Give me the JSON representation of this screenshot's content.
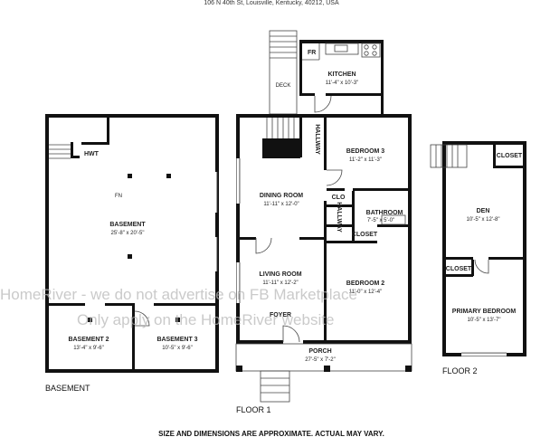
{
  "header": {
    "address": "106 N 40th St, Louisville, Kentucky, 40212, USA"
  },
  "footer": {
    "disclaimer": "SIZE AND DIMENSIONS ARE APPROXIMATE. ACTUAL MAY VARY."
  },
  "watermark": {
    "line1": "HomeRiver - we do not advertise on FB Marketplace",
    "line2": "Only apply on the HomeRiver website"
  },
  "sections": {
    "basement": "BASEMENT",
    "floor1": "FLOOR 1",
    "floor2": "FLOOR 2"
  },
  "basement": {
    "hwt": "HWT",
    "fn": "FN",
    "rooms": {
      "main": {
        "name": "BASEMENT",
        "dims": "25'-8\" x 20'-5\""
      },
      "b2": {
        "name": "BASEMENT 2",
        "dims": "13'-4\" x 9'-6\""
      },
      "b3": {
        "name": "BASEMENT 3",
        "dims": "10'-5\" x 9'-6\""
      }
    }
  },
  "floor1": {
    "fr": "FR",
    "deck": "DECK",
    "hallway_top": "HALLWAY",
    "hallway_mid": "HALLWAY",
    "clo": "CLO",
    "closet": "CLOSET",
    "foyer": "FOYER",
    "rooms": {
      "kitchen": {
        "name": "KITCHEN",
        "dims": "11'-4\" x 10'-3\""
      },
      "bedroom3": {
        "name": "BEDROOM 3",
        "dims": "11'-2\" x 11'-3\""
      },
      "dining": {
        "name": "DINING ROOM",
        "dims": "11'-11\" x 12'-0\""
      },
      "bathroom": {
        "name": "BATHROOM",
        "dims": "7'-5\" x 5'-0\""
      },
      "living": {
        "name": "LIVING ROOM",
        "dims": "11'-11\" x 12'-2\""
      },
      "bedroom2": {
        "name": "BEDROOM 2",
        "dims": "11'-0\" x 12'-4\""
      },
      "porch": {
        "name": "PORCH",
        "dims": "27'-5\" x 7'-2\""
      }
    }
  },
  "floor2": {
    "closet_top": "CLOSET",
    "closet_mid": "CLOSET",
    "rooms": {
      "den": {
        "name": "DEN",
        "dims": "10'-5\" x 12'-8\""
      },
      "primary": {
        "name": "PRIMARY BEDROOM",
        "dims": "10'-5\" x 13'-7\""
      }
    }
  },
  "colors": {
    "wall": "#111111",
    "watermark": "#b9b9b9",
    "background": "#ffffff"
  }
}
